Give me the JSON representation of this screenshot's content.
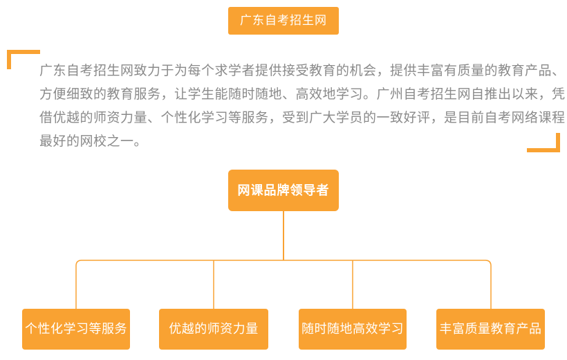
{
  "colors": {
    "accent": "#F9A232",
    "paragraph_text": "#8A8A8A",
    "node_text": "#FFFFFF",
    "background": "#FFFFFF"
  },
  "header": {
    "title": "广东自考招生网"
  },
  "intro": {
    "lines": [
      "广东自考招生网致力于为每个求学者提供接受教育的机会，提供丰富有质量的教育产品、",
      "方便细致的教育服务，让学生能随时随地、高效地学习。广州自考招生网自推出以来，凭",
      "借优越的师资力量、个性化学习等服务，受到广大学员的一致好评，是目前自考网络课程",
      "最好的网校之一。"
    ]
  },
  "tree": {
    "root_label": "网课品牌领导者",
    "children": [
      "个性化学习等服务",
      "优越的师资力量",
      "随时随地高效学习",
      "丰富质量教育产品"
    ]
  }
}
